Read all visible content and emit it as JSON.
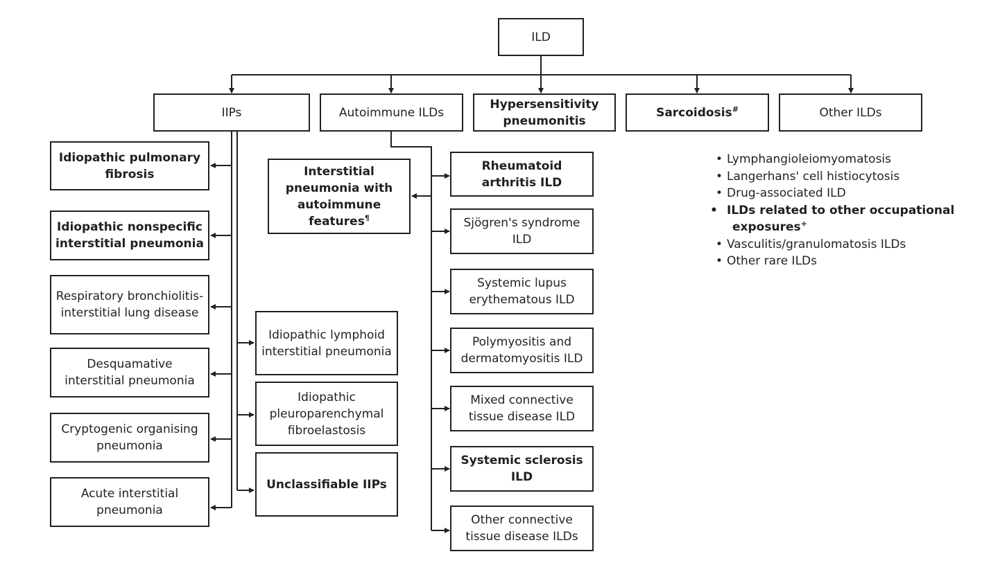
{
  "root": {
    "label": "ILD"
  },
  "categories": {
    "iips": {
      "label": "IIPs"
    },
    "autoimmune": {
      "label": "Autoimmune ILDs"
    },
    "hypersensitivity": {
      "label": "Hypersensitivity pneumonitis"
    },
    "sarcoidosis": {
      "label": "Sarcoidosis",
      "mark": "#"
    },
    "other": {
      "label": "Other ILDs"
    }
  },
  "iips_left": [
    {
      "label": "Idiopathic pulmonary fibrosis"
    },
    {
      "label": "Idiopathic nonspecific interstitial pneumonia"
    },
    {
      "label": "Respiratory bronchiolitis-interstitial lung disease"
    },
    {
      "label": "Desquamative interstitial pneumonia"
    },
    {
      "label": "Cryptogenic organising pneumonia"
    },
    {
      "label": "Acute interstitial pneumonia"
    }
  ],
  "iips_right": [
    {
      "label": "Idiopathic lymphoid interstitial pneumonia"
    },
    {
      "label": "Idiopathic pleuroparenchymal fibroelastosis"
    },
    {
      "label": "Unclassifiable IIPs"
    }
  ],
  "ipaf": {
    "label": "Interstitial pneumonia with autoimmune features",
    "mark": "¶"
  },
  "autoimmune_items": [
    {
      "label": "Rheumatoid arthritis ILD"
    },
    {
      "label": "Sjögren's syndrome ILD"
    },
    {
      "label": "Systemic lupus erythematous ILD"
    },
    {
      "label": "Polymyositis and dermatomyositis ILD"
    },
    {
      "label": "Mixed connective tissue disease ILD"
    },
    {
      "label": "Systemic sclerosis ILD"
    },
    {
      "label": "Other connective tissue disease ILDs"
    }
  ],
  "other_list": [
    {
      "label": "Lymphangioleiomyomatosis"
    },
    {
      "label": "Langerhans' cell histiocytosis"
    },
    {
      "label": "Drug-associated ILD"
    },
    {
      "label": "ILDs related to other occupational exposures",
      "mark": "+"
    },
    {
      "label": "Vasculitis/granulomatosis ILDs"
    },
    {
      "label": "Other rare ILDs"
    }
  ]
}
